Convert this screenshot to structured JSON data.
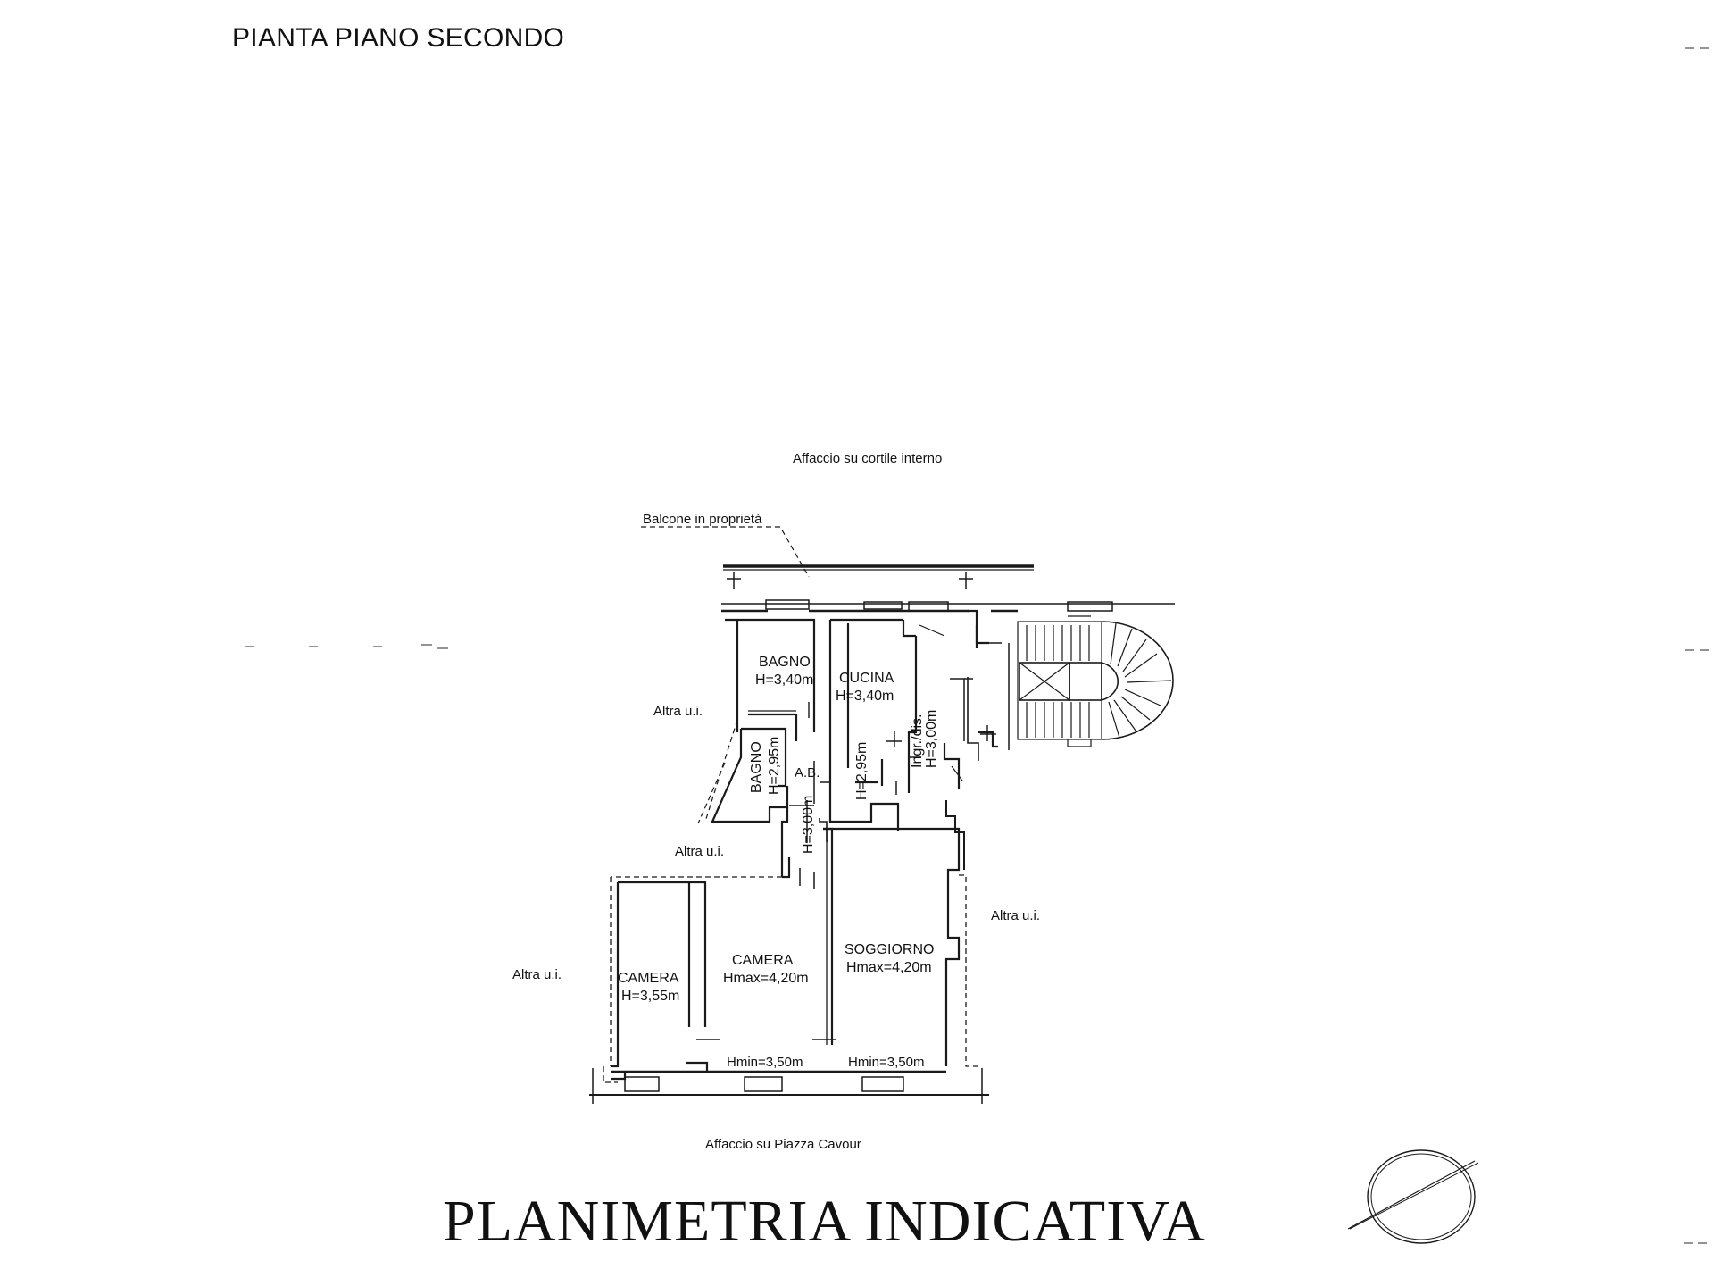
{
  "sheet": {
    "title": "PIANTA PIANO SECONDO",
    "footer_title": "PLANIMETRIA INDICATIVA"
  },
  "plan": {
    "facing_top": "Affaccio su cortile interno",
    "facing_bottom": "Affaccio su Piazza Cavour",
    "balcony": "Balcone in proprietà",
    "other_units": [
      "Altra u.i.",
      "Altra u.i.",
      "Altra u.i.",
      "Altra u.i."
    ],
    "rooms": [
      {
        "name": "BAGNO",
        "height": "H=3,40m"
      },
      {
        "name": "CUCINA",
        "height": "H=3,40m"
      },
      {
        "name": "Ingr./dis.",
        "height": "H=3,00m"
      },
      {
        "name": "BAGNO",
        "height": "H=2,95m"
      },
      {
        "name": "A.B.",
        "height": ""
      },
      {
        "name": "",
        "height": "H=2,95m"
      },
      {
        "name": "",
        "height": "H=3,00m"
      },
      {
        "name": "CAMERA",
        "height": "H=3,55m"
      },
      {
        "name": "CAMERA",
        "height": "Hmax=4,20m",
        "height_min": "Hmin=3,50m"
      },
      {
        "name": "SOGGIORNO",
        "height": "Hmax=4,20m",
        "height_min": "Hmin=3,50m"
      }
    ]
  },
  "colors": {
    "line": "#1a1a1a",
    "background": "#ffffff"
  }
}
